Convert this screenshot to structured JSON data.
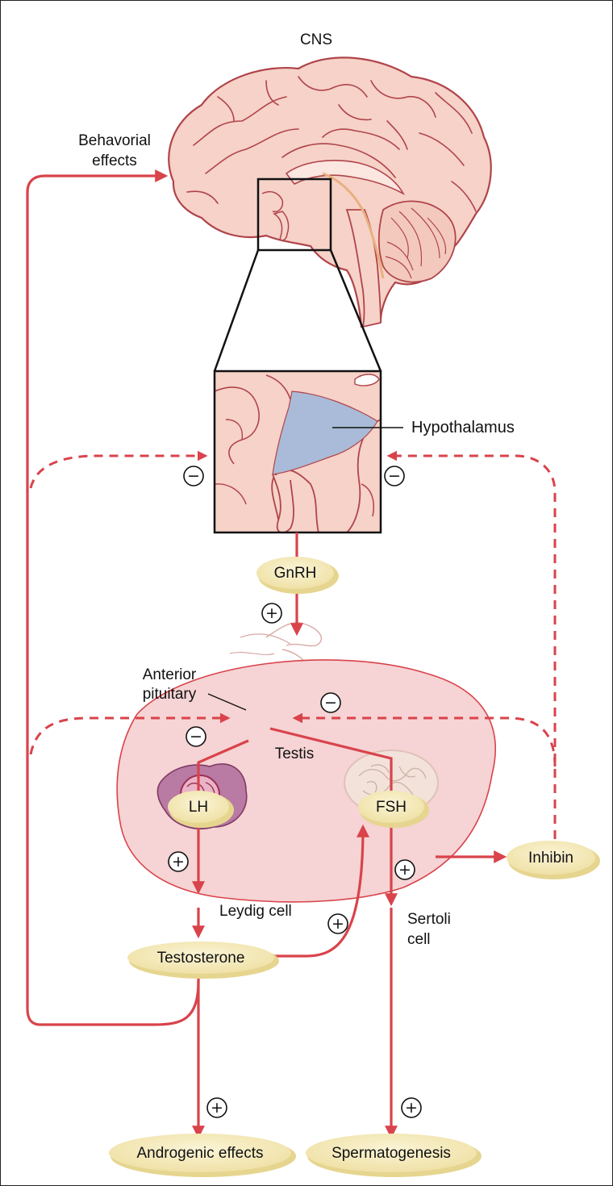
{
  "labels": {
    "cns": "CNS",
    "behavioral_line1": "Behavorial",
    "behavioral_line2": "effects",
    "hypothalamus": "Hypothalamus",
    "anterior_line1": "Anterior",
    "anterior_line2": "pituitary",
    "testis": "Testis",
    "leydig": "Leydig cell",
    "sertoli_line1": "Sertoli",
    "sertoli_line2": "cell"
  },
  "hormones": {
    "gnrh": "GnRH",
    "lh": "LH",
    "fsh": "FSH",
    "inhibin": "Inhibin",
    "testosterone": "Testosterone"
  },
  "effects": {
    "androgenic": "Androgenic effects",
    "spermatogenesis": "Spermatogenesis"
  },
  "signs": {
    "plus": "+",
    "minus": "−"
  },
  "colors": {
    "arrow": "#d9434b",
    "brain": "#f6d2c8",
    "brain_outline": "#b0444a",
    "hypothalamus": "#a9bbd8",
    "testis": "#f6d3d4",
    "pill": "#f4e9b8"
  }
}
